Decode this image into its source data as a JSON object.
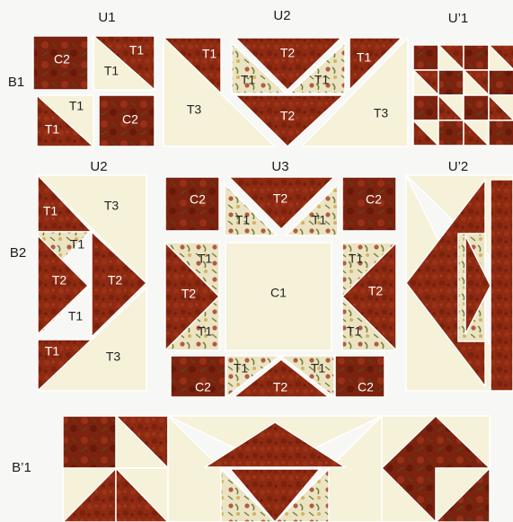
{
  "labels": {
    "u1": "U1",
    "u2_top": "U2",
    "u1_prime": "U’1",
    "b1": "B1",
    "u2_left": "U2",
    "u3": "U3",
    "u2_prime": "U’2",
    "b2": "B2",
    "b1_prime": "B’1"
  },
  "pieces": {
    "c1": "C1",
    "c2": "C2",
    "t1": "T1",
    "t2": "T2",
    "t3": "T3"
  },
  "colors": {
    "red_fabric": "#8e2a12",
    "red_dark": "#6e1c0a",
    "cream_fabric": "#f6f1d9",
    "floral_fabric": "#ebe3c2",
    "floral_green": "#6f7f3a",
    "floral_red": "#a33b22",
    "seam": "#ffffff",
    "label_text": "#1a1a1a",
    "piece_text": "#ffffff",
    "piece_text_on_cream": "#222222",
    "background": "#f7f7f5"
  }
}
